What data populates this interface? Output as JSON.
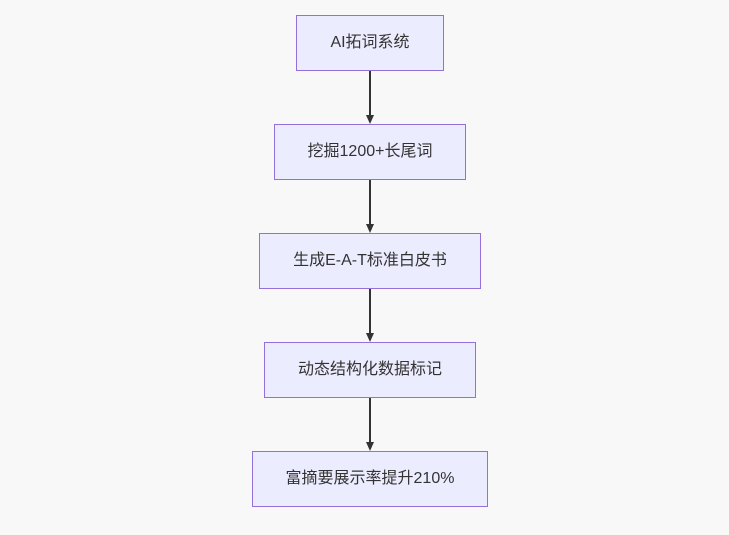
{
  "flowchart": {
    "type": "flowchart-top-down",
    "nodes": [
      {
        "id": "A",
        "label": "AI拓词系统"
      },
      {
        "id": "B",
        "label": "挖掘1200+长尾词"
      },
      {
        "id": "C",
        "label": "生成E-A-T标准白皮书"
      },
      {
        "id": "D",
        "label": "动态结构化数据标记"
      },
      {
        "id": "E",
        "label": "富摘要展示率提升210%"
      }
    ],
    "edges": [
      {
        "from": "A",
        "to": "B",
        "style": "arrow"
      },
      {
        "from": "B",
        "to": "C",
        "style": "arrow"
      },
      {
        "from": "C",
        "to": "D",
        "style": "arrow"
      },
      {
        "from": "D",
        "to": "E",
        "style": "arrow"
      }
    ],
    "colors": {
      "canvas_bg": "#f8f8f8",
      "node_fill": "#ECECFF",
      "node_border": "#9370DB",
      "edge_color": "#333333",
      "text_color": "#333333"
    }
  }
}
